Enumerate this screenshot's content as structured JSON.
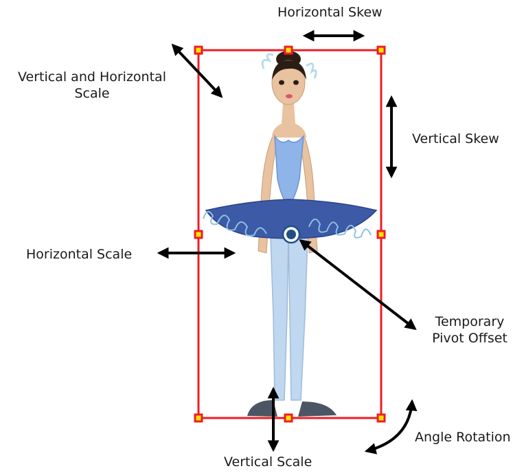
{
  "labels": {
    "horizontal_skew": "Horizontal Skew",
    "vertical_and_horizontal_scale_1": "Vertical and Horizontal",
    "vertical_and_horizontal_scale_2": "Scale",
    "vertical_skew": "Vertical Skew",
    "horizontal_scale": "Horizontal Scale",
    "temporary_pivot_offset_1": "Temporary",
    "temporary_pivot_offset_2": "Pivot Offset",
    "angle_rotation": "Angle Rotation",
    "vertical_scale": "Vertical Scale"
  },
  "colors": {
    "bounding_box": "#ee1c24",
    "handle_fill": "#ffe400",
    "arrow": "#000000",
    "skin": "#e9c29f",
    "hair": "#2b1d14",
    "bodice": "#8fb4ea",
    "tutu": "#3c5aa6",
    "tights": "#bfd7ef",
    "shoes": "#4b5563",
    "pivot": "#1f4f86"
  }
}
